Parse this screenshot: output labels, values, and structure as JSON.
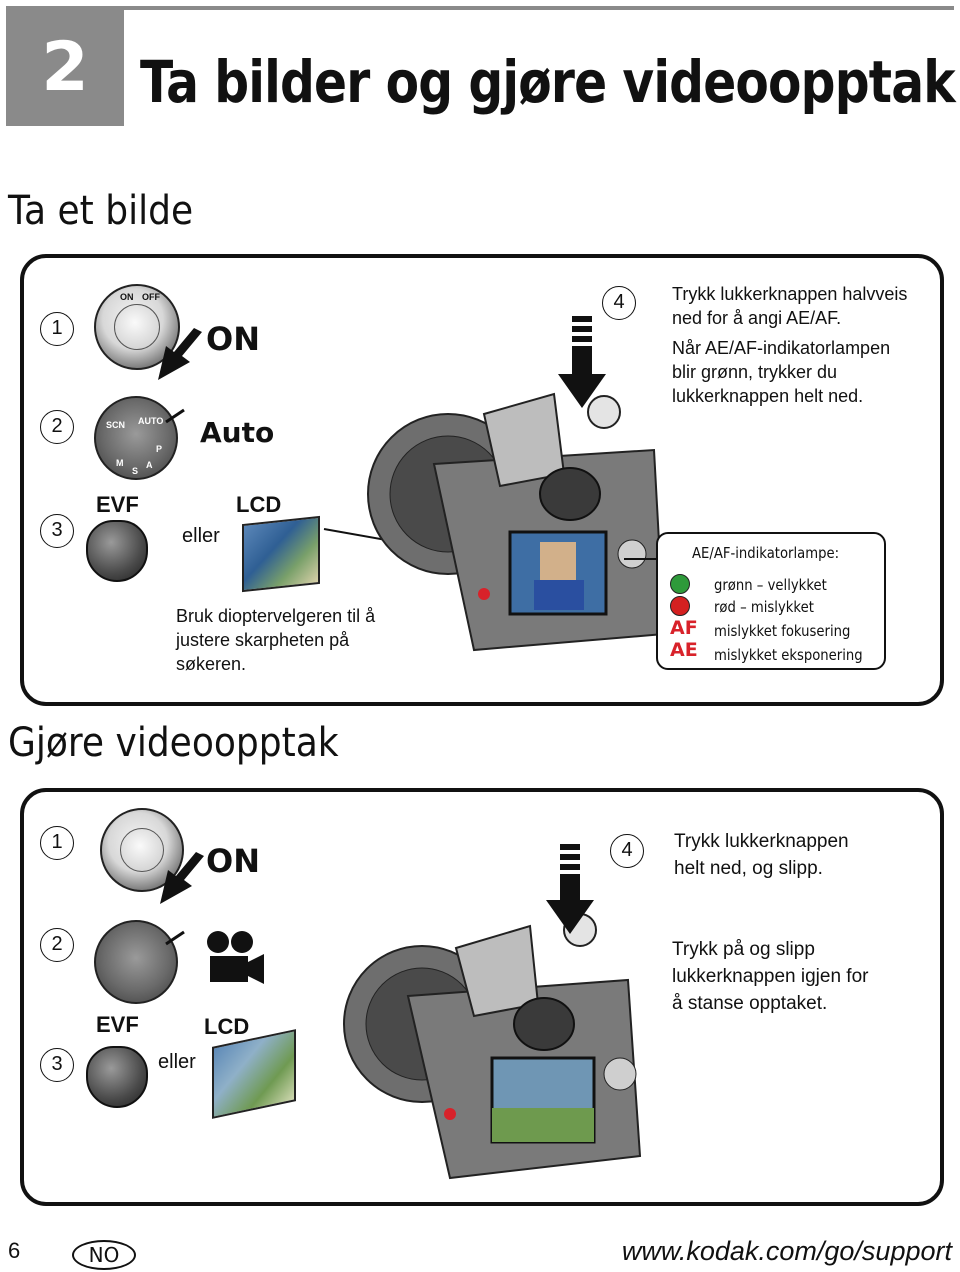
{
  "header": {
    "chapter_number": "2",
    "title": "Ta bilder og gjøre videoopptak"
  },
  "photo_section": {
    "title": "Ta et bilde",
    "steps": [
      {
        "number": "1",
        "label": "ON"
      },
      {
        "number": "2",
        "label": "Auto"
      },
      {
        "number": "3",
        "evf_label": "EVF",
        "or_label": "eller",
        "lcd_label": "LCD",
        "note": [
          "Bruk dioptervelgeren til å",
          "justere skarpheten på",
          "søkeren."
        ]
      },
      {
        "number": "4",
        "text": [
          "Trykk lukkerknappen halvveis",
          "ned for å angi AE/AF.",
          "Når AE/AF-indikatorlampen",
          "blir grønn, trykker du",
          "lukkerknappen helt ned."
        ]
      }
    ],
    "legend": {
      "title": "AE/AF-indikatorlampe:",
      "items": [
        {
          "indicator": "green-led",
          "color": "#2e9a3a",
          "text": "grønn – vellykket"
        },
        {
          "indicator": "red-led",
          "color": "#d42020",
          "text": "rød – mislykket"
        },
        {
          "indicator": "AF",
          "text": "mislykket fokusering"
        },
        {
          "indicator": "AE",
          "text": "mislykket eksponering"
        }
      ]
    },
    "mode_dial_labels": [
      "AUTO",
      "SCN",
      "P",
      "A",
      "S",
      "M"
    ],
    "dial_labels": [
      "ON",
      "OFF"
    ]
  },
  "video_section": {
    "title": "Gjøre videoopptak",
    "steps": [
      {
        "number": "1",
        "label": "ON"
      },
      {
        "number": "2",
        "icon": "video-camera-icon"
      },
      {
        "number": "3",
        "evf_label": "EVF",
        "or_label": "eller",
        "lcd_label": "LCD"
      },
      {
        "number": "4",
        "text": [
          "Trykk lukkerknappen",
          "helt ned, og slipp."
        ],
        "text2": [
          "Trykk på og slipp",
          "lukkerknappen igjen for",
          "å stanse opptaket."
        ]
      }
    ]
  },
  "footer": {
    "page_number": "6",
    "language": "NO",
    "url": "www.kodak.com/go/support"
  }
}
